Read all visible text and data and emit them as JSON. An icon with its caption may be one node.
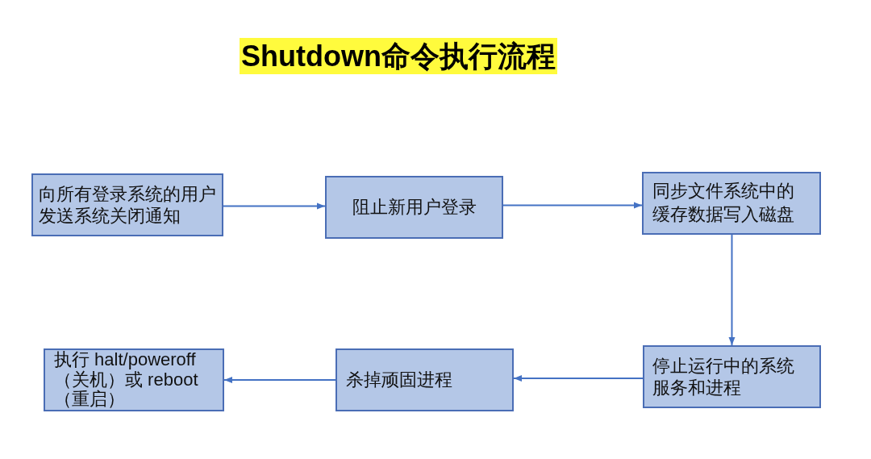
{
  "diagram": {
    "title": "Shutdown命令执行流程",
    "nodes": [
      {
        "text": [
          "向所有登录系统的用户发送系统关闭通知"
        ]
      },
      {
        "text": [
          "阻止新用户登录"
        ]
      },
      {
        "text": [
          "同步文件系统中的缓存数据写入磁盘"
        ]
      },
      {
        "text": [
          "停止运行中的系统服务和进程"
        ]
      },
      {
        "text": [
          "杀掉顽固进程"
        ]
      },
      {
        "text": [
          "执行 halt/poweroff（关机）或 reboot（重启）"
        ]
      }
    ],
    "edges": [
      {
        "from": 0,
        "to": 1,
        "arrow": "to"
      },
      {
        "from": 1,
        "to": 2,
        "arrow": "to"
      },
      {
        "from": 2,
        "to": 3,
        "arrow": "to"
      },
      {
        "from": 3,
        "to": 4,
        "arrow": "to"
      },
      {
        "from": 4,
        "to": 5,
        "arrow": "to"
      }
    ]
  }
}
